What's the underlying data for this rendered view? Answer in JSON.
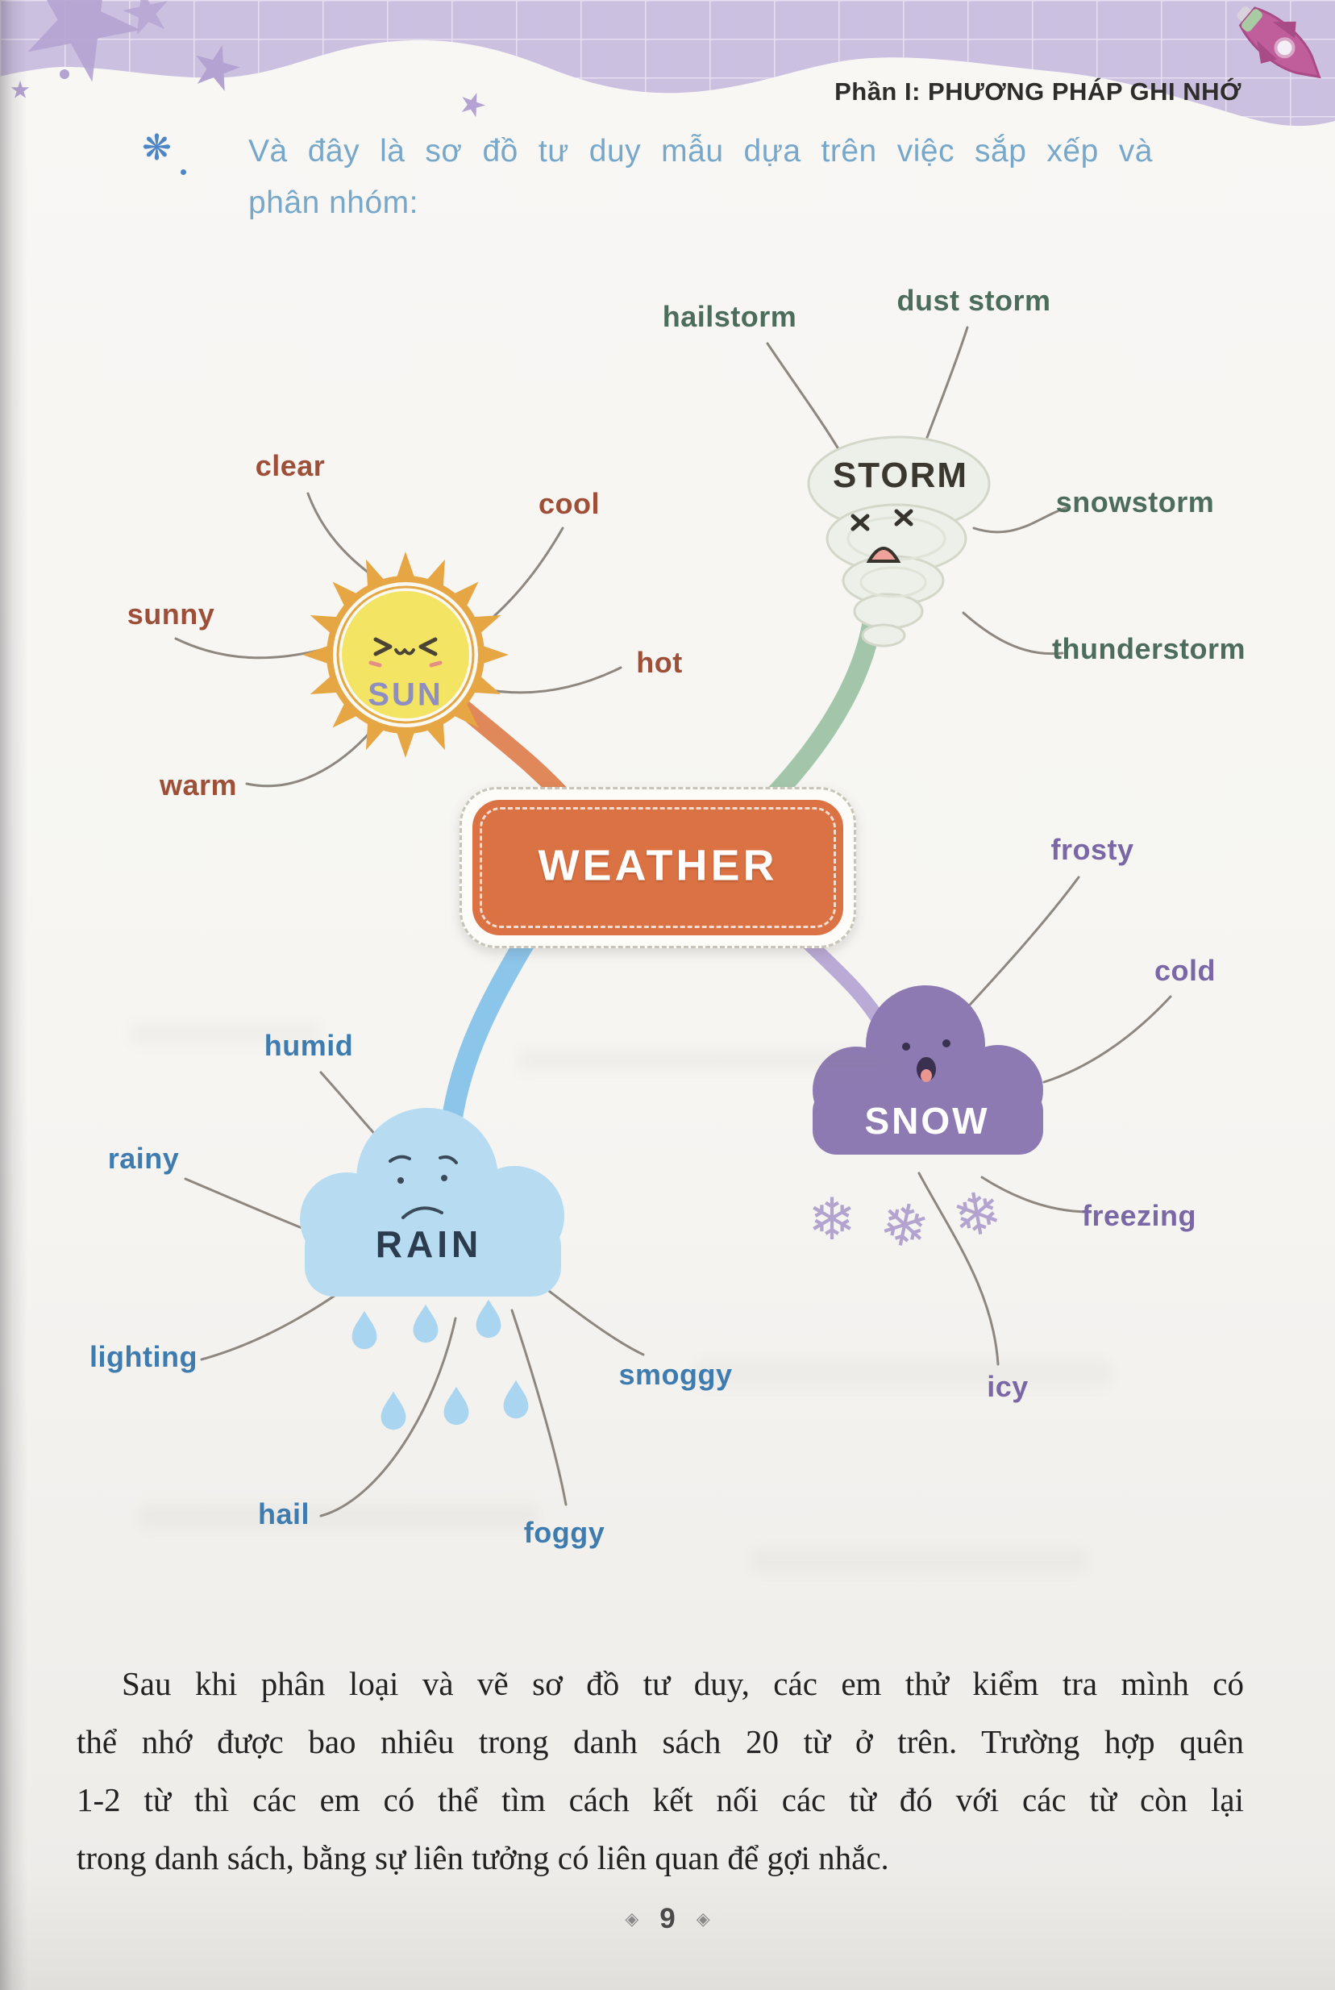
{
  "header": {
    "section_title": "Phần I: PHƯƠNG PHÁP GHI NHỚ"
  },
  "intro": {
    "line1": "Và đây là sơ đồ tư duy mẫu dựa trên việc sắp xếp và",
    "line2": "phân nhóm:"
  },
  "mindmap": {
    "center": "WEATHER",
    "sun": {
      "title": "SUN",
      "children": [
        "clear",
        "cool",
        "sunny",
        "hot",
        "warm"
      ]
    },
    "storm": {
      "title": "STORM",
      "children": [
        "hailstorm",
        "dust storm",
        "snowstorm",
        "thunderstorm"
      ]
    },
    "rain": {
      "title": "RAIN",
      "children": [
        "humid",
        "rainy",
        "lighting",
        "smoggy",
        "hail",
        "foggy"
      ]
    },
    "snow": {
      "title": "SNOW",
      "children": [
        "frosty",
        "cold",
        "freezing",
        "icy"
      ]
    }
  },
  "paragraph": {
    "lines": [
      "Sau khi phân loại và vẽ sơ đồ tư duy, các em thử kiểm tra mình có",
      "thể nhớ được bao nhiêu trong danh sách 20 từ ở trên. Trường hợp quên",
      "1-2 từ thì các em có thể tìm cách kết nối các từ đó với các từ còn lại",
      "trong danh sách, bằng sự liên tưởng có liên quan để gợi nhắc."
    ]
  },
  "footer": {
    "page_number": "9"
  },
  "icons": {
    "snowflake": "❄",
    "sparkle": "❋",
    "page_gem": "◈"
  },
  "palette": {
    "weather_box": "#db7244",
    "sun_fill": "#f3e464",
    "sun_ring": "#e6a644",
    "sun_label": "#9e4f38",
    "storm_label": "#4c6c5c",
    "rain_cloud": "#b7dcf2",
    "rain_label": "#3e7cb0",
    "snow_cloud": "#8d7ab2",
    "snow_label": "#7a67a5",
    "branch_orange": "#e0885a",
    "branch_green": "#a3c6aa",
    "branch_blue": "#8cc5ea",
    "branch_purple": "#b9abd6",
    "band_lavender": "#ccc0e1"
  }
}
